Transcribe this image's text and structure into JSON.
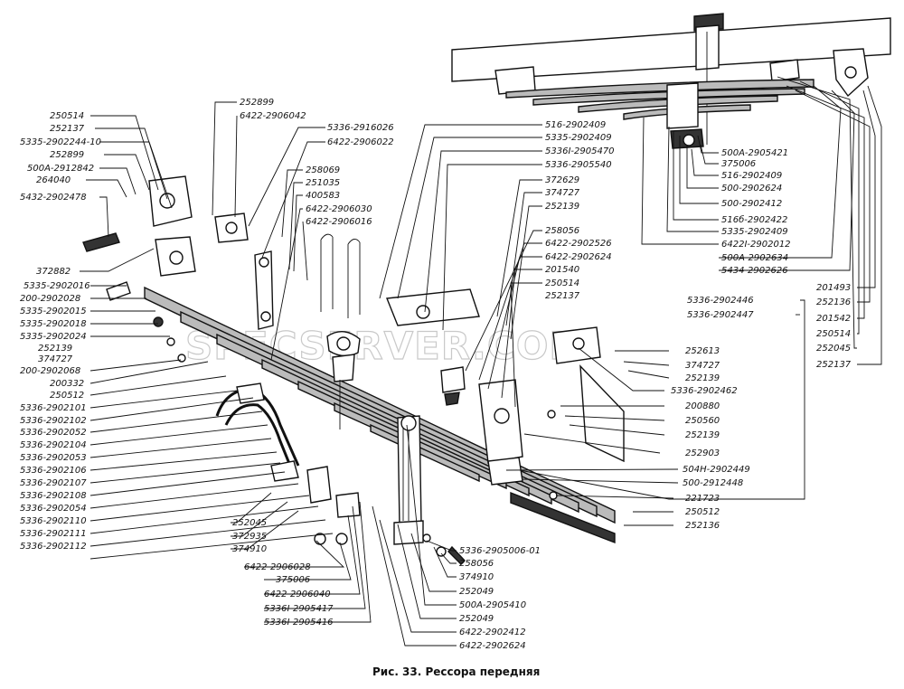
{
  "caption": "Рис. 33. Рессора передняя",
  "watermark": "SPECSERVER.COM",
  "labels": {
    "l01": "250514",
    "l02": "252137",
    "l03": "5335-2902244-10",
    "l04": "252899",
    "l05": "500А-2912842",
    "l06": "264040",
    "l07": "5432-2902478",
    "l08": "372882",
    "l09": "5335-2902016",
    "l10": "200-2902028",
    "l11": "5335-2902015",
    "l12": "5335-2902018",
    "l13": "5335-2902024",
    "l14": "252139",
    "l15": "374727",
    "l16": "200-2902068",
    "l17": "200332",
    "l18": "250512",
    "l19": "5336-2902101",
    "l20": "5336-2902102",
    "l21": "5336-2902052",
    "l22": "5336-2902104",
    "l23": "5336-2902053",
    "l24": "5336-2902106",
    "l25": "5336-2902107",
    "l26": "5336-2902108",
    "l27": "5336-2902054",
    "l28": "5336-2902110",
    "l29": "5336-2902111",
    "l30": "5336-2902112",
    "m01": "252899",
    "m02": "6422-2906042",
    "m03": "5336-2916026",
    "m04": "6422-2906022",
    "m05": "258069",
    "m06": "251035",
    "m07": "400583",
    "m08": "6422-2906030",
    "m09": "6422-2906016",
    "c01": "516-2902409",
    "c02": "5335-2902409",
    "c03": "5336I-2905470",
    "c04": "5336-2905540",
    "c05": "372629",
    "c06": "374727",
    "c07": "252139",
    "c08": "258056",
    "c09": "6422-2902526",
    "c10": "6422-2902624",
    "c11": "201540",
    "c12": "250514",
    "c13": "252137",
    "t01": "500А-2905421",
    "t02": "375006",
    "t03": "516-2902409",
    "t04": "500-2902624",
    "t05": "500-2902412",
    "t06": "516б-2902422",
    "t07": "5335-2902409",
    "t08": "6422I-2902012",
    "t09": "500А-2902634",
    "t10": "5434-2902626",
    "r01": "201493",
    "r02": "252136",
    "r03": "201542",
    "r04": "250514",
    "r05": "252045",
    "r06": "252137",
    "k01": "5336-2902446",
    "k02": "5336-2902447",
    "k03": "252613",
    "k04": "374727",
    "k05": "252139",
    "k06": "5336-2902462",
    "k07": "200880",
    "k08": "250560",
    "k09": "252139",
    "k10": "252903",
    "k11": "504Н-2902449",
    "k12": "500-2912448",
    "k13": "221723",
    "k14": "250512",
    "k15": "252136",
    "b01": "252045",
    "b02": "372935",
    "b03": "374910",
    "b04": "6422-2906028",
    "b05": "375006",
    "b06": "6422-2906040",
    "b07": "5336I-2905417",
    "b08": "5336I-2905416",
    "d01": "5336-2905006-01",
    "d02": "258056",
    "d03": "374910",
    "d04": "252049",
    "d05": "500А-2905410",
    "d06": "252049",
    "d07": "6422-2902412",
    "d08": "6422-2902624"
  }
}
